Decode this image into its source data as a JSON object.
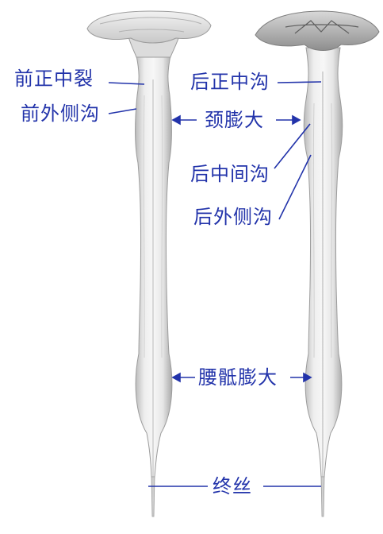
{
  "colors": {
    "label": "#2233aa",
    "leader_line": "#2233aa",
    "cord_fill": "#e9e9e9",
    "cord_shade": "#b5b5b5",
    "background": "#ffffff"
  },
  "labels": {
    "anterior_median_fissure": "前正中裂",
    "anterolateral_sulcus": "前外侧沟",
    "posterior_median_sulcus": "后正中沟",
    "cervical_enlargement": "颈膨大",
    "posterior_intermediate_sulcus": "后中间沟",
    "posterolateral_sulcus": "后外侧沟",
    "lumbosacral_enlargement": "腰骶膨大",
    "filum_terminale": "终丝"
  },
  "views": {
    "left": {
      "view": "anterior"
    },
    "right": {
      "view": "posterior"
    }
  }
}
